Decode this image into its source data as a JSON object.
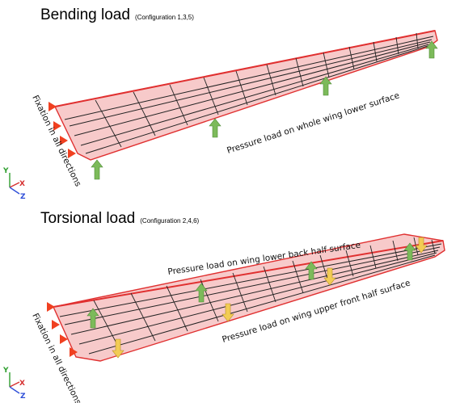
{
  "panels": {
    "bending": {
      "title": "Bending load",
      "subtitle": "(Configuration 1,3,5)",
      "load_label": "Pressure load on whole wing lower surface",
      "fixation_label": "Fixation in all directions"
    },
    "torsional": {
      "title": "Torsional load",
      "subtitle": "(Configuration 2,4,6)",
      "load_label_upper": "Pressure load on wing lower back half surface",
      "load_label_lower": "Pressure load on wing upper front half surface",
      "fixation_label": "Fixation in all directions"
    }
  },
  "axes": {
    "y": "Y",
    "x": "X",
    "z": "Z"
  },
  "colors": {
    "skin_fill": "#f4b8b8",
    "skin_edge": "#e03030",
    "frame": "#222222",
    "fixation_arrow": "#f04020",
    "up_arrow": "#7cba5a",
    "down_arrow": "#f2cc55",
    "axis_y": "#2e9e2e",
    "axis_x": "#d63030",
    "axis_z": "#2f4fd8"
  }
}
